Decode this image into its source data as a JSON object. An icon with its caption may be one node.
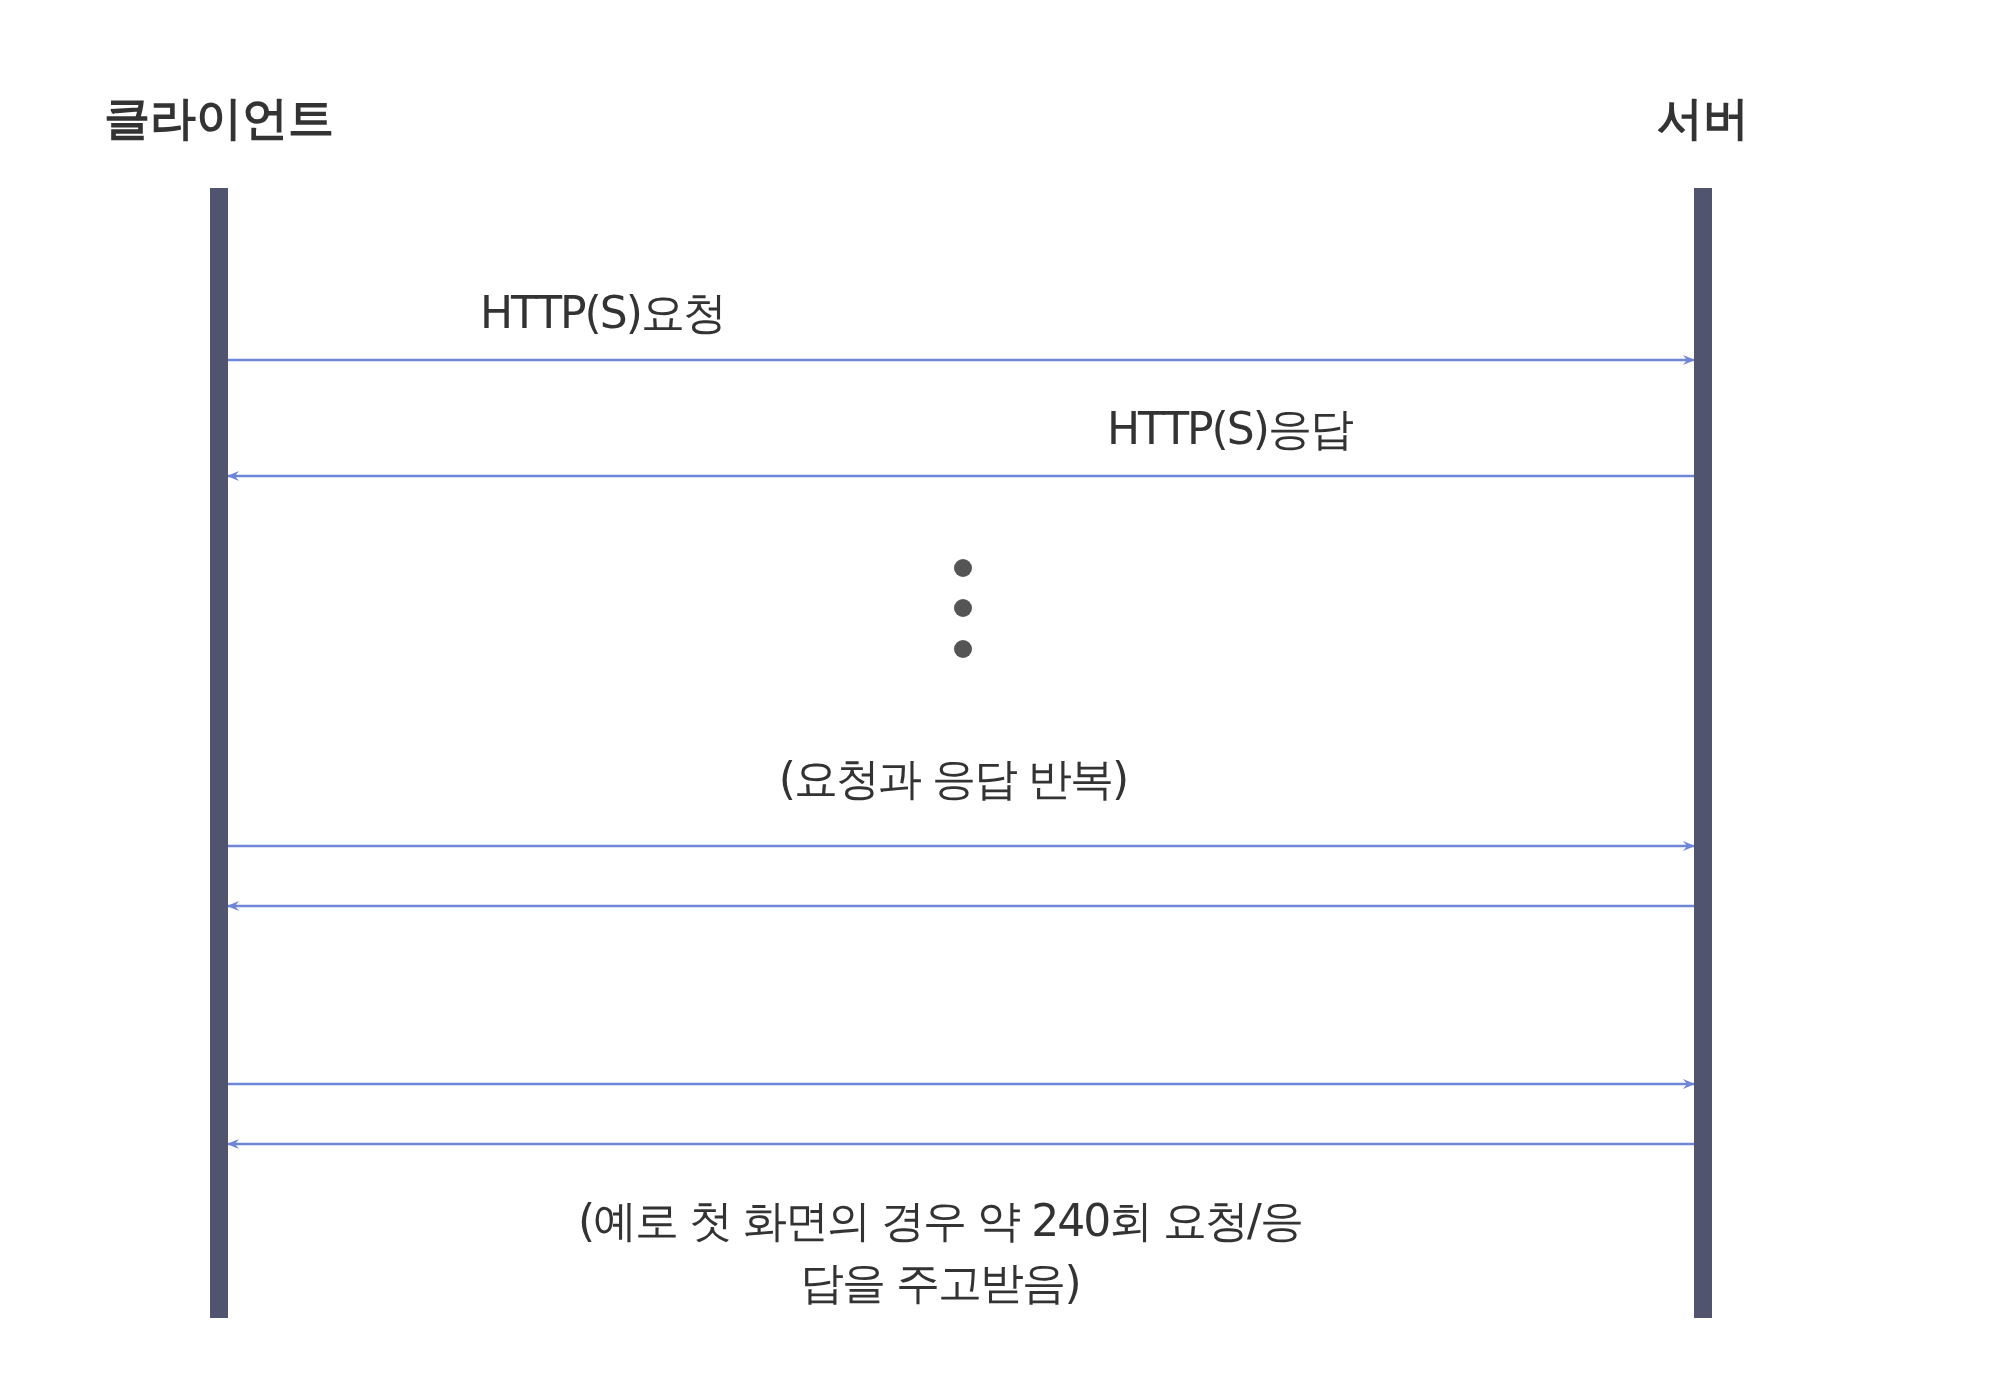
{
  "diagram": {
    "nodes": [
      {
        "text": [
          "클라이언트"
        ]
      },
      {
        "text": [
          "서버"
        ]
      }
    ],
    "edges": [
      {
        "from": 0,
        "to": 1,
        "arrow": "to",
        "label": "HTTP(S)요청"
      },
      {
        "from": 1,
        "to": 0,
        "arrow": "to",
        "label": "HTTP(S)응답"
      },
      {
        "from": 0,
        "to": 1,
        "arrow": "to"
      },
      {
        "from": 1,
        "to": 0,
        "arrow": "to"
      },
      {
        "from": 0,
        "to": 1,
        "arrow": "to"
      },
      {
        "from": 1,
        "to": 0,
        "arrow": "to"
      }
    ],
    "labels": [
      "(요청과 응답 반복)",
      "(예로 첫 화면의 경우 약 240회 요청/응답을 주고받음)"
    ]
  }
}
